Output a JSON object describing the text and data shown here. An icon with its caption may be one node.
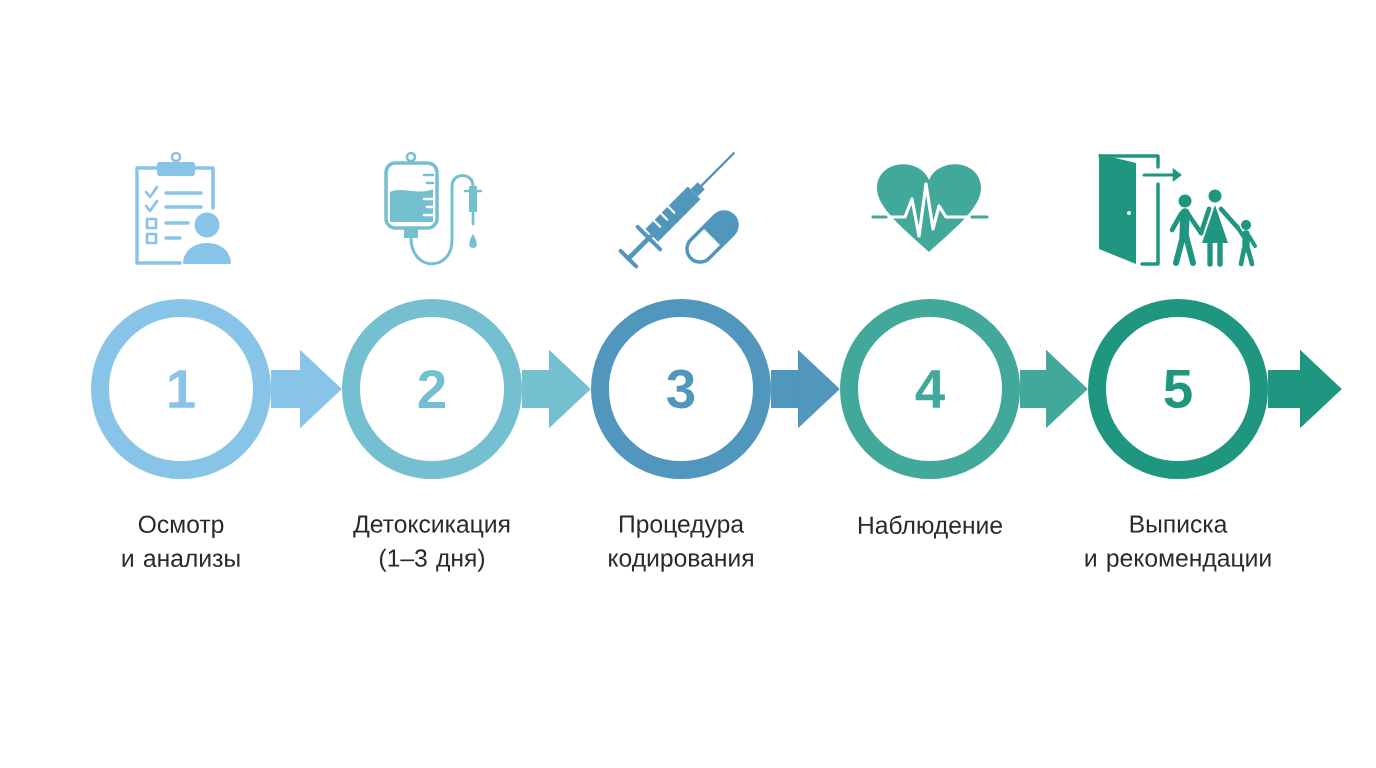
{
  "diagram": {
    "nodes": [
      {
        "text": [
          "1"
        ],
        "beside": [
          "Осмотр и анализы"
        ]
      },
      {
        "text": [
          "2"
        ],
        "beside": [
          "Детоксикация (1–3 дня)"
        ]
      },
      {
        "text": [
          "3"
        ],
        "beside": [
          "Процедура кодирования"
        ]
      },
      {
        "text": [
          "4"
        ],
        "beside": [
          "Наблюдение"
        ]
      },
      {
        "text": [
          "5"
        ],
        "beside": [
          "Выписка и рекомендации"
        ]
      }
    ],
    "edges": [
      {
        "from": 0,
        "to": 1,
        "arrow": "to",
        "color": "#88c3e8"
      },
      {
        "from": 1,
        "to": 2,
        "arrow": "to",
        "color": "#74bfd0"
      },
      {
        "from": 2,
        "to": 3,
        "arrow": "to",
        "color": "#5096bd"
      },
      {
        "from": 3,
        "to": 4,
        "arrow": "to",
        "color": "#42a899"
      },
      {
        "from": 4,
        "to": null,
        "arrow": "to",
        "color": "#1e9680"
      }
    ]
  }
}
